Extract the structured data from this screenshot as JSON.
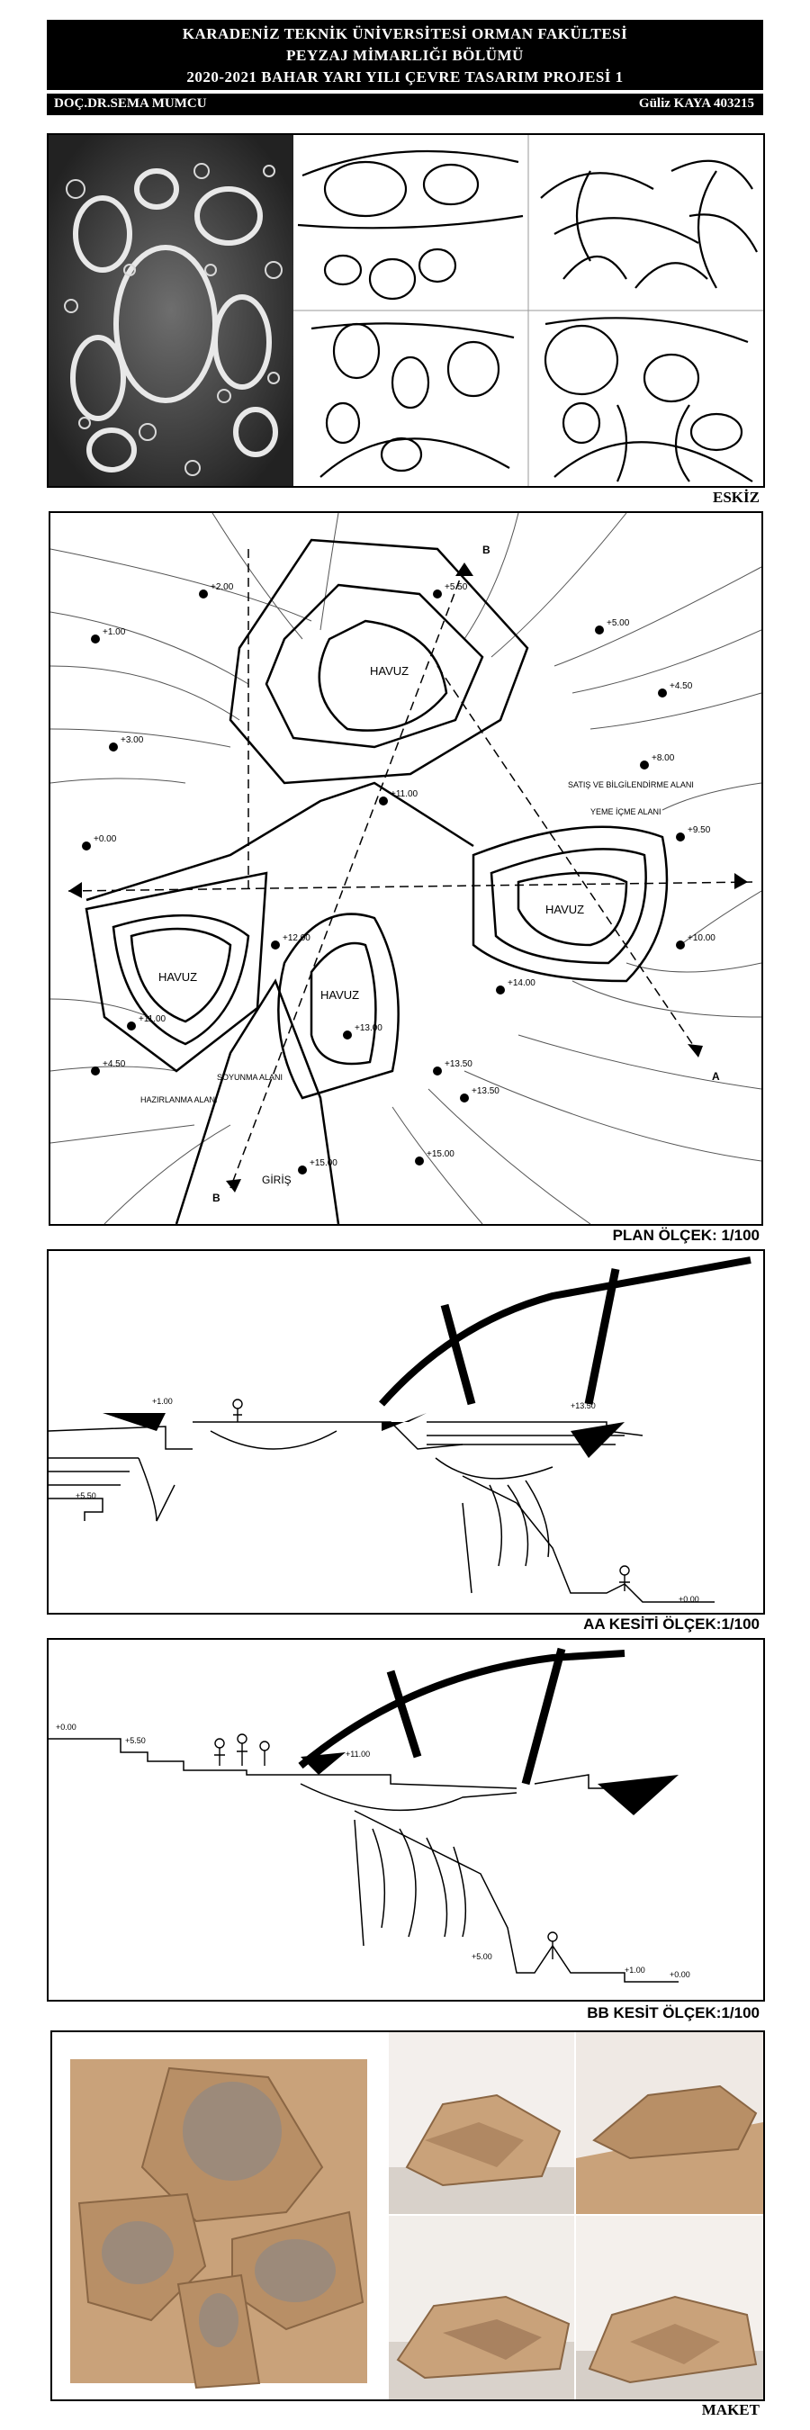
{
  "header": {
    "line1": "KARADENİZ TEKNİK ÜNİVERSİTESİ ORMAN FAKÜLTESİ",
    "line2": "PEYZAJ MİMARLIĞI BÖLÜMÜ",
    "line3": "2020-2021 BAHAR YARI YILI ÇEVRE TASARIM PROJESİ 1",
    "instructor": "DOÇ.DR.SEMA MUMCU",
    "student": "Güliz KAYA 403215"
  },
  "captions": {
    "eskiz": "ESKİZ",
    "plan": "PLAN ÖLÇEK: 1/100",
    "aa": "AA KESİTİ ÖLÇEK:1/100",
    "bb": "BB KESİT ÖLÇEK:1/100",
    "maket": "MAKET"
  },
  "plan_labels": {
    "pool1": "HAVUZ",
    "pool2": "HAVUZ",
    "pool3": "HAVUZ",
    "pool4": "HAVUZ",
    "sales": "SATIŞ VE BİLGİLENDİRME ALANI",
    "eating": "YEME İÇME ALANI",
    "prep": "HAZIRLANMA ALANI",
    "dressing": "SOYUNMA ALANI",
    "entrance": "GİRİŞ",
    "sectionA": "A",
    "sectionB": "B"
  },
  "elevations": {
    "e1": "+1.00",
    "e2": "+0.00",
    "e3": "+2.00",
    "e4": "+3.00",
    "e5": "+5.50",
    "e6": "+5.00",
    "e7": "+4.50",
    "e8": "+8.00",
    "e9": "+9.50",
    "e10": "+10.00",
    "e11": "+11.00",
    "e12": "+12.00",
    "e13": "+13.00",
    "e14": "+13.50",
    "e15": "+14.00",
    "e16": "+15.00"
  },
  "colors": {
    "cardboard": "#c9a27a",
    "cardboard_dark": "#9c7653",
    "header_bg": "#000000"
  }
}
